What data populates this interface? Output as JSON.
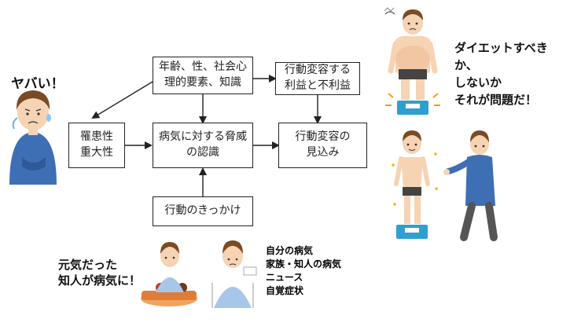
{
  "boxes": {
    "modifying": "年齢、性、社会心\n理的要素、知識",
    "benefit_barrier": "行動変容する\n利益と不利益",
    "suscept_severity": "罹患性\n重大性",
    "perceived_threat": "病気に対する脅威\nの認識",
    "likelihood": "行動変容の\n見込み",
    "cues": "行動のきっかけ"
  },
  "captions": {
    "yabai": "ヤバい！",
    "diet": "ダイエットすべきか、\nしないか\nそれが問題だ！",
    "friend": "元気だった\n知人が病気に！"
  },
  "cue_list": [
    "自分の病気",
    "家族・知人の病気",
    "ニュース",
    "自覚症状"
  ],
  "colors": {
    "line": "#222222",
    "skin": "#f6d3b3",
    "hair": "#7a4a22",
    "shirt": "#3e6fb5",
    "light_shirt": "#a8c7e8"
  }
}
